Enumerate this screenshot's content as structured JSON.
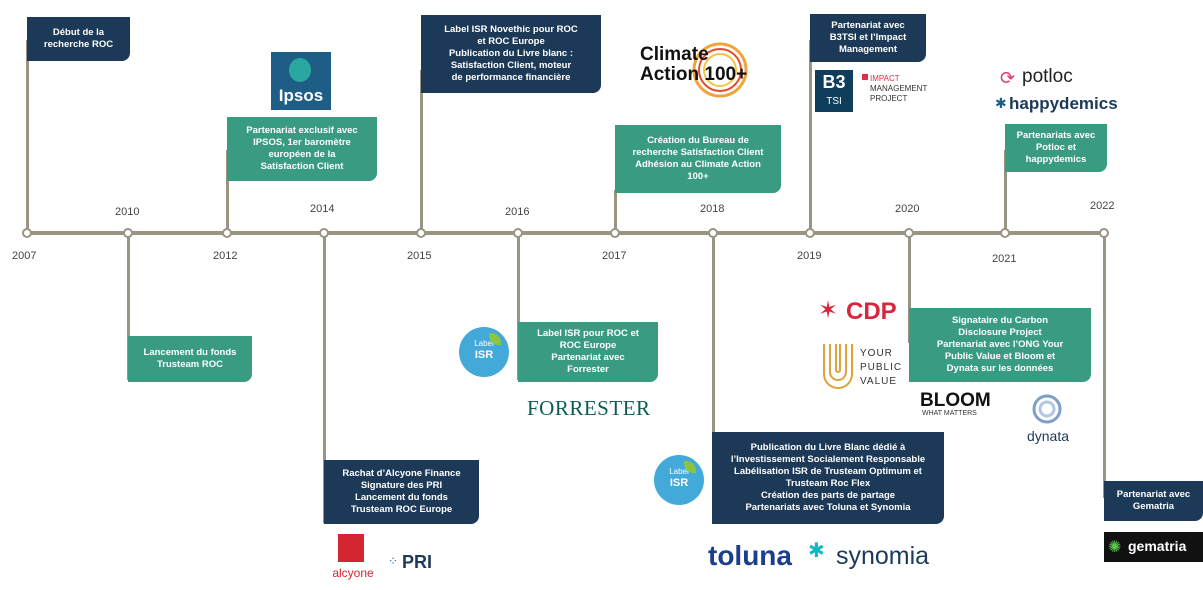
{
  "years": [
    "2007",
    "2010",
    "2012",
    "2014",
    "2015",
    "2016",
    "2017",
    "2018",
    "2019",
    "2020",
    "2021",
    "2022"
  ],
  "events": {
    "e2007": [
      "Début de la",
      "recherche ROC"
    ],
    "e2010": [
      "Lancement du fonds",
      "Trusteam ROC"
    ],
    "e2012": [
      "Partenariat exclusif avec",
      "IPSOS, 1er baromètre",
      "européen de la",
      "Satisfaction Client"
    ],
    "e2014": [
      "Rachat d’Alcyone Finance",
      "Signature des PRI",
      "Lancement du fonds",
      "Trusteam ROC Europe"
    ],
    "e2015": [
      "Label ISR Novethic pour ROC",
      "et ROC Europe",
      "Publication du Livre blanc :",
      "Satisfaction Client, moteur",
      "de performance financière"
    ],
    "e2016": [
      "Label ISR pour ROC et",
      "ROC Europe",
      "Partenariat avec",
      "Forrester"
    ],
    "e2017": [
      "Création du Bureau de",
      "recherche Satisfaction Client",
      "Adhésion au Climate Action",
      "100+"
    ],
    "e2018": [
      "Publication du Livre Blanc dédié à",
      "l’Investissement Socialement Responsable",
      "Labélisation ISR de Trusteam Optimum et",
      "Trusteam Roc Flex",
      "Création des parts de partage",
      "Partenariats avec Toluna et Synomia"
    ],
    "e2019": [
      "Partenariat avec",
      "B3TSI et l’Impact",
      "Management"
    ],
    "e2020": [
      "Signataire du Carbon",
      "Disclosure Project",
      "Partenariat avec l’ONG Your",
      "Public Value et Bloom et",
      "Dynata sur les données"
    ],
    "e2021": [
      "Partenariats avec",
      "Potloc et",
      "happydemics"
    ],
    "e2022": [
      "Partenariat avec",
      "Gematria"
    ]
  },
  "logos": {
    "ipsos": "Ipsos",
    "climate_1": "Climate",
    "climate_2": "Action 100+",
    "b3": "B3",
    "tsi": "TSI",
    "impact_1": "IMPACT",
    "impact_2": "MANAGEMENT",
    "impact_3": "PROJECT",
    "potloc": "potloc",
    "happydemics": "happydemics",
    "label_1": "Label",
    "label_2": "ISR",
    "forrester": "FORRESTER",
    "cdp": "CDP",
    "ypv_1": "YOUR",
    "ypv_2": "PUBLIC",
    "ypv_3": "VALUE",
    "bloom_1": "BLOOM",
    "bloom_2": "WHAT MATTERS",
    "dynata": "dynata",
    "alcyone": "alcyone",
    "pri": "PRI",
    "toluna": "toluna",
    "synomia": "synomia",
    "gematria": "gematria"
  },
  "colors": {
    "navy": "#1c3a58",
    "teal": "#3a9b83",
    "axis": "#9a9483"
  }
}
